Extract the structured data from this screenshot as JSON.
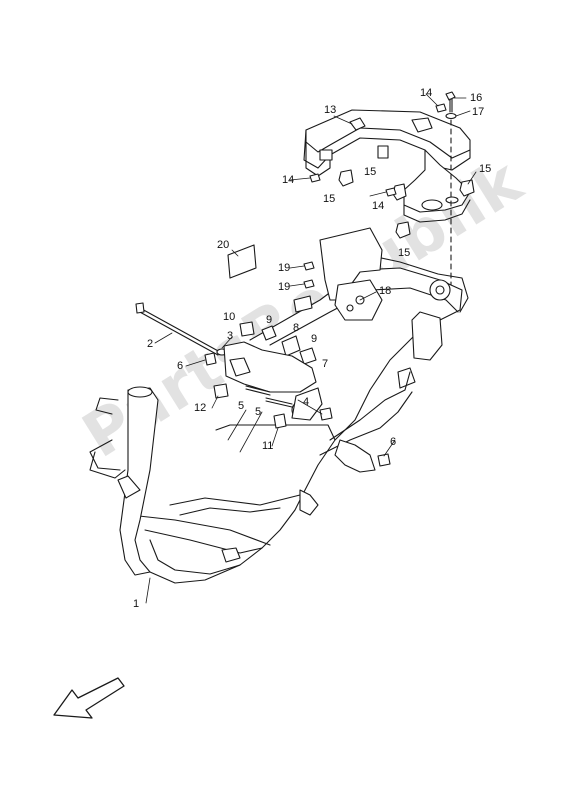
{
  "watermark": "PartsRepublik",
  "colors": {
    "line": "#1a1a1a",
    "fill": "#ffffff",
    "hatch": "#555555"
  },
  "direction_indicator": "front-arrow-icon",
  "labels": [
    {
      "id": "l1",
      "text": "1"
    },
    {
      "id": "l2",
      "text": "2"
    },
    {
      "id": "l3",
      "text": "3"
    },
    {
      "id": "l4",
      "text": "4"
    },
    {
      "id": "l5a",
      "text": "5"
    },
    {
      "id": "l5b",
      "text": "5"
    },
    {
      "id": "l6a",
      "text": "6"
    },
    {
      "id": "l6b",
      "text": "6"
    },
    {
      "id": "l7",
      "text": "7"
    },
    {
      "id": "l8",
      "text": "8"
    },
    {
      "id": "l9a",
      "text": "9"
    },
    {
      "id": "l9b",
      "text": "9"
    },
    {
      "id": "l10",
      "text": "10"
    },
    {
      "id": "l11",
      "text": "11"
    },
    {
      "id": "l12",
      "text": "12"
    },
    {
      "id": "l13",
      "text": "13"
    },
    {
      "id": "l14a",
      "text": "14"
    },
    {
      "id": "l14b",
      "text": "14"
    },
    {
      "id": "l14c",
      "text": "14"
    },
    {
      "id": "l15a",
      "text": "15"
    },
    {
      "id": "l15b",
      "text": "15"
    },
    {
      "id": "l15c",
      "text": "15"
    },
    {
      "id": "l15d",
      "text": "15"
    },
    {
      "id": "l16",
      "text": "16"
    },
    {
      "id": "l17",
      "text": "17"
    },
    {
      "id": "l18",
      "text": "18"
    },
    {
      "id": "l19a",
      "text": "19"
    },
    {
      "id": "l19b",
      "text": "19"
    },
    {
      "id": "l20",
      "text": "20"
    }
  ]
}
